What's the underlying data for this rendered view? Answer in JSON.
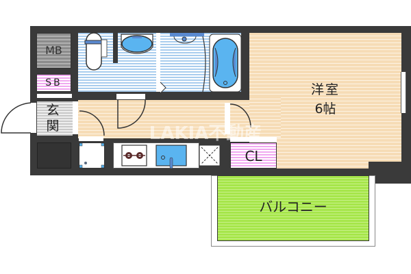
{
  "floorplan": {
    "rooms": {
      "western_room": {
        "name": "洋室",
        "size": "6帖"
      },
      "balcony": {
        "label": "バルコニー"
      },
      "closet": {
        "label": "CL"
      },
      "meter_box": {
        "label": "MB"
      },
      "shoe_box": {
        "label": "SB"
      },
      "entrance": {
        "label": "玄関"
      }
    },
    "watermark": "LAKIA不動産",
    "colors": {
      "wall": "#3a3a3a",
      "wood_floor": "#f6dcb6",
      "wet_area": "#a9cdee",
      "closet": "#f0a8f0",
      "balcony": "#a6e64a",
      "meter_box": "#8c8c8c",
      "fixture_blue": "#5ab4f0"
    }
  }
}
